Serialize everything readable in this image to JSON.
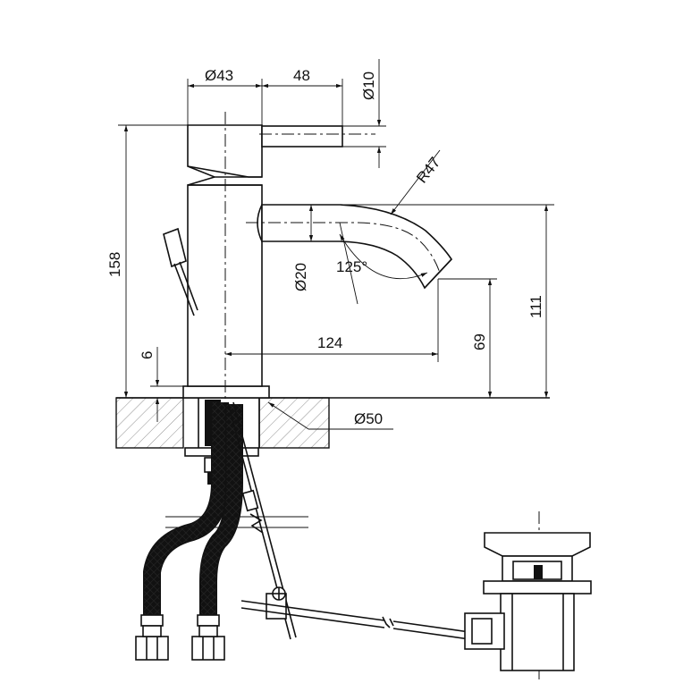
{
  "dimensions": {
    "base_diameter": "Ø43",
    "lever_length": "48",
    "lever_diameter": "Ø10",
    "spout_radius": "R47",
    "spout_diameter": "Ø20",
    "spout_angle": "125°",
    "total_height": "158",
    "spout_height": "111",
    "outlet_height": "69",
    "spout_reach": "124",
    "flange_height": "6",
    "hole_diameter": "Ø50"
  }
}
